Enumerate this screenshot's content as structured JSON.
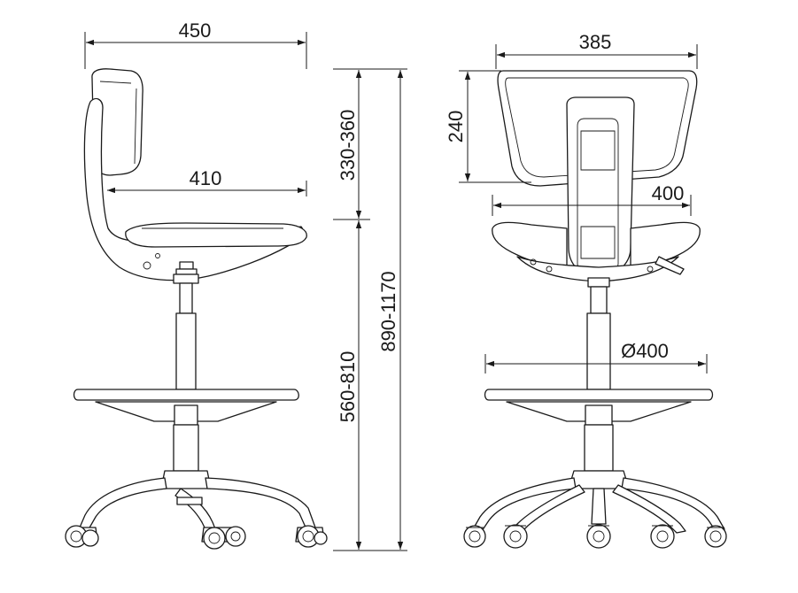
{
  "dimensions": {
    "side_overall_depth": "450",
    "side_seat_depth": "410",
    "back_height": "330-360",
    "seat_height": "560-810",
    "overall_height": "890-1170",
    "back_width": "385",
    "back_pad_height": "240",
    "seat_width": "400",
    "footring_diameter": "Ø400"
  }
}
